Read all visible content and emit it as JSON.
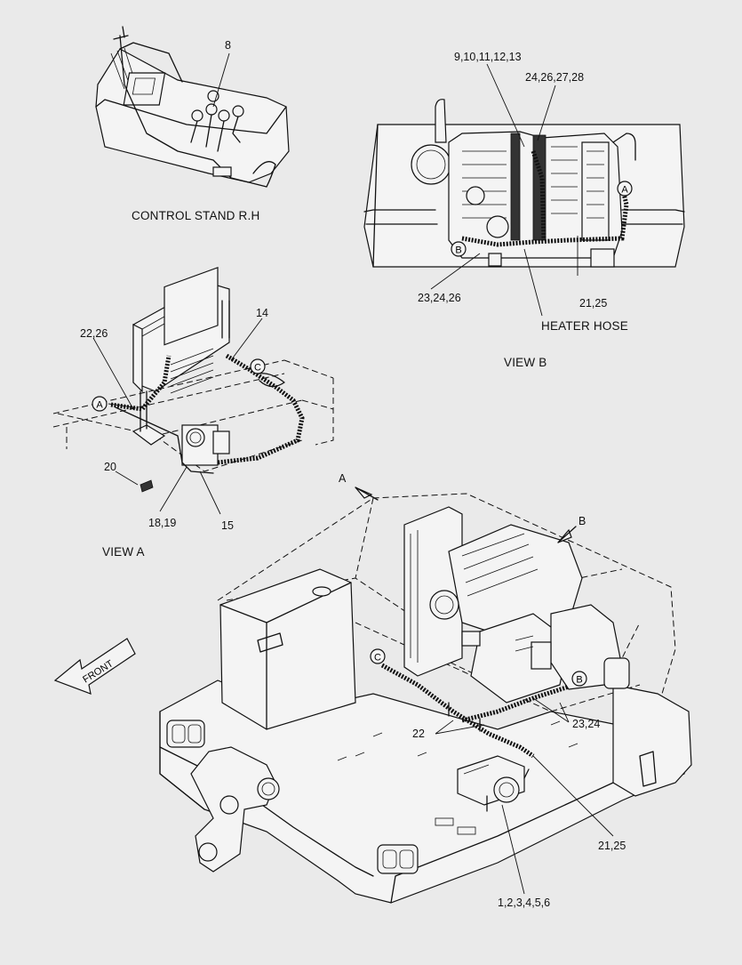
{
  "callouts": {
    "c8": "8",
    "c9_13": "9,10,11,12,13",
    "c24_28": "24,26,27,28",
    "c23_24_26": "23,24,26",
    "c21_25_top": "21,25",
    "c14": "14",
    "c22_26": "22,26",
    "c20": "20",
    "c18_19": "18,19",
    "c15": "15",
    "c23_24": "23,24",
    "c22": "22",
    "c21_25_bottom": "21,25",
    "c1_6": "1,2,3,4,5,6"
  },
  "captions": {
    "control_stand": "CONTROL STAND R.H",
    "heater_hose": "HEATER HOSE",
    "view_b": "VIEW  B",
    "view_a": "VIEW  A"
  },
  "markers": {
    "A": "A",
    "B": "B",
    "C": "C"
  },
  "front_label": "FRONT"
}
